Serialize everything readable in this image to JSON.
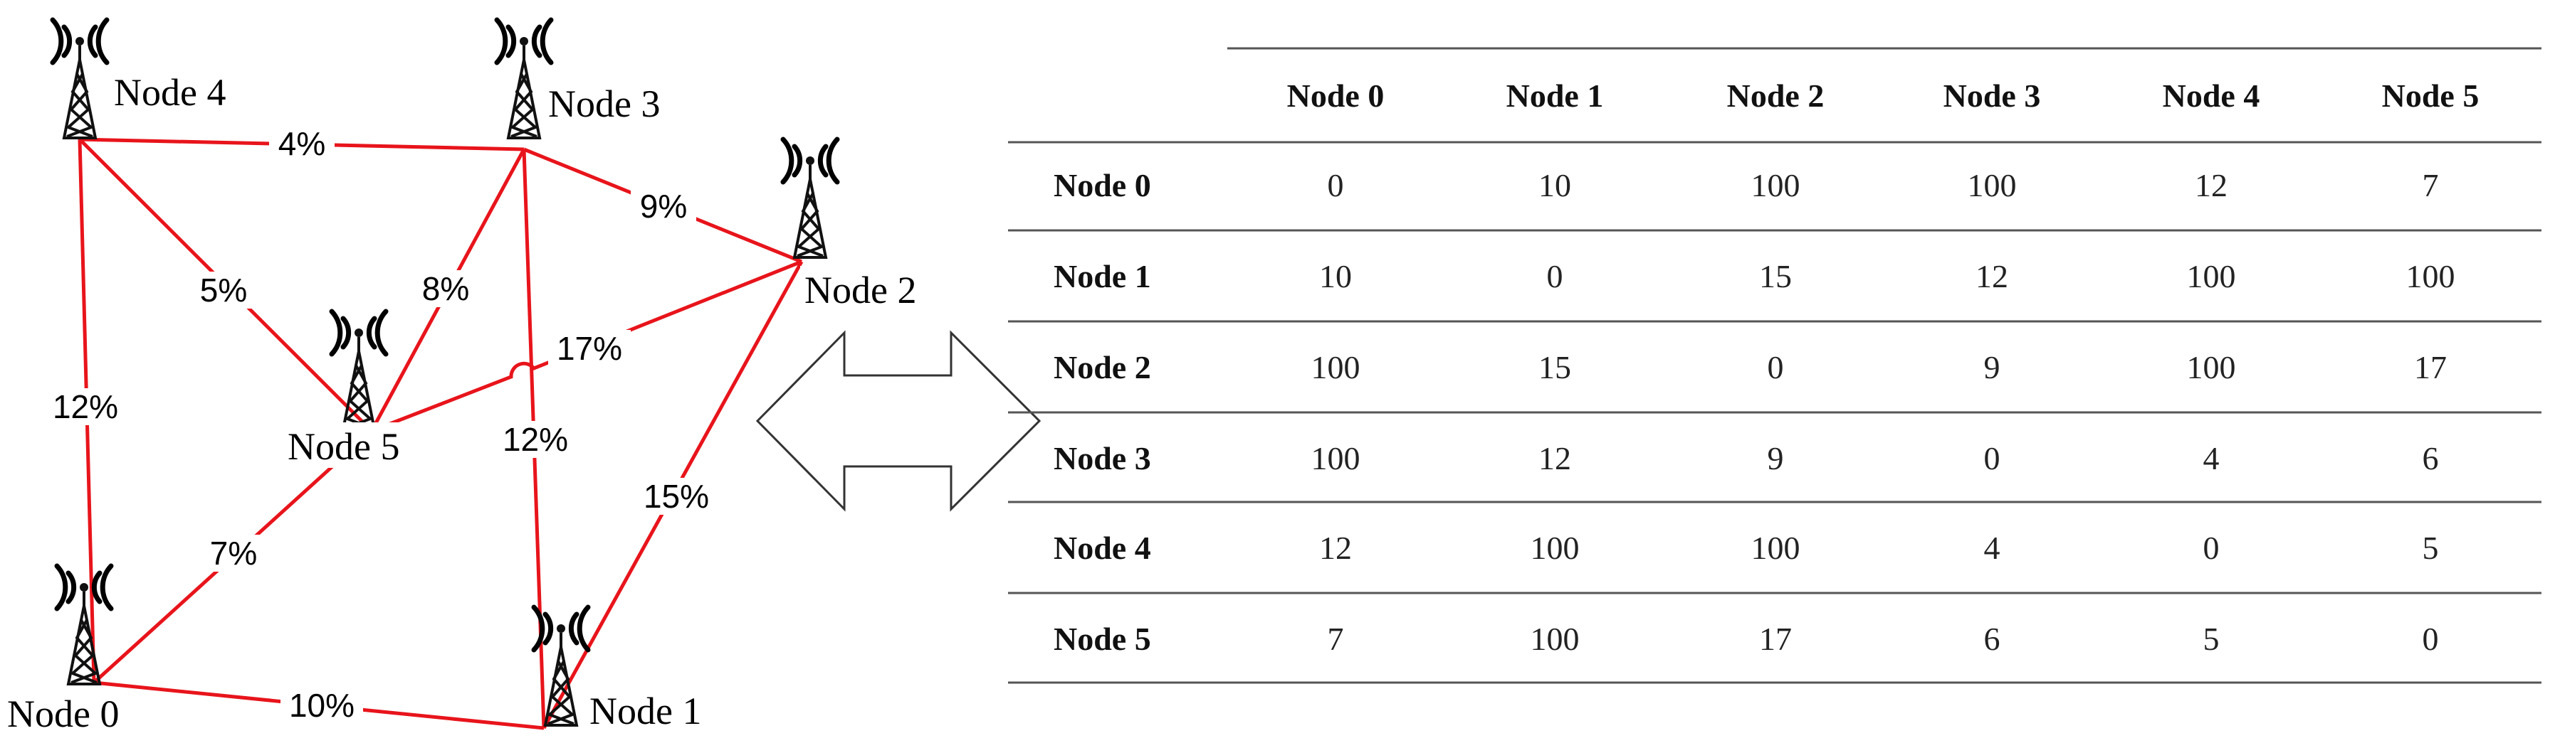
{
  "network": {
    "nodes": [
      {
        "id": "n0",
        "label": "Node 0"
      },
      {
        "id": "n1",
        "label": "Node 1"
      },
      {
        "id": "n2",
        "label": "Node 2"
      },
      {
        "id": "n3",
        "label": "Node 3"
      },
      {
        "id": "n4",
        "label": "Node 4"
      },
      {
        "id": "n5",
        "label": "Node 5"
      }
    ],
    "edges": [
      {
        "from": "n4",
        "to": "n3",
        "label": "4%"
      },
      {
        "from": "n3",
        "to": "n2",
        "label": "9%"
      },
      {
        "from": "n4",
        "to": "n5",
        "label": "5%"
      },
      {
        "from": "n3",
        "to": "n5",
        "label": "8%"
      },
      {
        "from": "n5",
        "to": "n2",
        "label": "17%"
      },
      {
        "from": "n4",
        "to": "n0",
        "label": "12%"
      },
      {
        "from": "n3",
        "to": "n1",
        "label": "12%"
      },
      {
        "from": "n2",
        "to": "n1",
        "label": "15%"
      },
      {
        "from": "n0",
        "to": "n5",
        "label": "7%"
      },
      {
        "from": "n0",
        "to": "n1",
        "label": "10%"
      }
    ],
    "edge_color": "#e8141b"
  },
  "table": {
    "headers": [
      "",
      "Node 0",
      "Node 1",
      "Node 2",
      "Node 3",
      "Node 4",
      "Node 5"
    ],
    "rows": [
      {
        "label": "Node 0",
        "values": [
          "0",
          "10",
          "100",
          "100",
          "12",
          "7"
        ]
      },
      {
        "label": "Node 1",
        "values": [
          "10",
          "0",
          "15",
          "12",
          "100",
          "100"
        ]
      },
      {
        "label": "Node 2",
        "values": [
          "100",
          "15",
          "0",
          "9",
          "100",
          "17"
        ]
      },
      {
        "label": "Node 3",
        "values": [
          "100",
          "12",
          "9",
          "0",
          "4",
          "6"
        ]
      },
      {
        "label": "Node 4",
        "values": [
          "12",
          "100",
          "100",
          "4",
          "0",
          "5"
        ]
      },
      {
        "label": "Node 5",
        "values": [
          "7",
          "100",
          "17",
          "6",
          "5",
          "0"
        ]
      }
    ]
  },
  "arrow": {
    "icon": "double-headed-arrow-icon"
  }
}
